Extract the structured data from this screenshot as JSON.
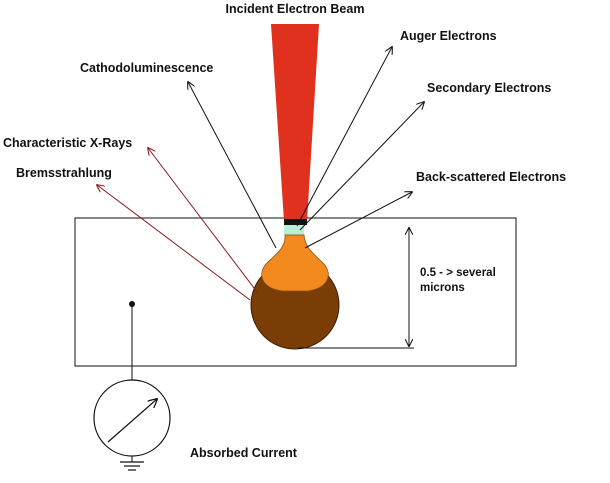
{
  "labels": {
    "incident_beam": "Incident Electron Beam",
    "auger": "Auger Electrons",
    "cathodoluminescence": "Cathodoluminescence",
    "secondary": "Secondary Electrons",
    "characteristic_xrays": "Characteristic X-Rays",
    "bremsstrahlung": "Bremsstrahlung",
    "backscattered": "Back-scattered Electrons",
    "depth_line1": "0.5 - > several",
    "depth_line2": "microns",
    "absorbed_current": "Absorbed Current"
  },
  "colors": {
    "beam": "#e0301e",
    "upper_volume": "#f28a1e",
    "lower_volume": "#7a3d05",
    "surface_band": "#b8eed6",
    "xray_arrows": "#8b1a1a",
    "electron_arrows": "#111111"
  },
  "icons": {
    "meter": "ammeter-icon",
    "ground": "ground-icon"
  }
}
